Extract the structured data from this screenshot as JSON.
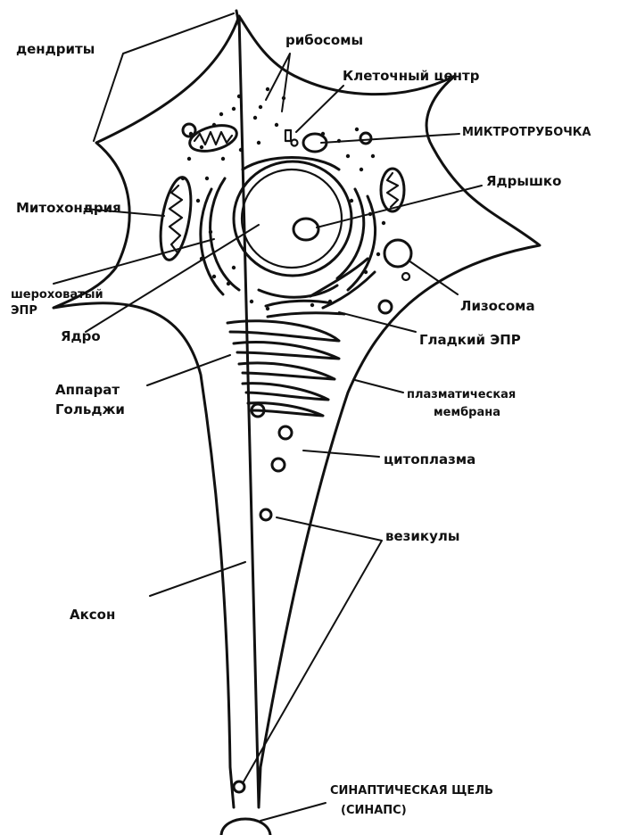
{
  "labels": {
    "dendrites": "дендриты",
    "ribosomes": "рибосомы",
    "cell_center": "Клеточный центр",
    "microtubule": "МИКТРОТРУБОЧКА",
    "mitochondria": "Митохондрия",
    "nucleolus": "Ядрышко",
    "rough_er_line1": "шероховатый",
    "rough_er_line2": "ЭПР",
    "nucleus": "Ядро",
    "lysosome": "Лизосома",
    "smooth_er": "Гладкий ЭПР",
    "golgi_line1": "Аппарат",
    "golgi_line2": "Гольджи",
    "membrane_line1": "плазматическая",
    "membrane_line2": "мембрана",
    "cytoplasm": "цитоплазма",
    "vesicles": "везикулы",
    "axon": "Аксон",
    "synapse_line1": "СИНАПТИЧЕСКАЯ ЩЕЛЬ",
    "synapse_line2": "(СИНАПС)"
  },
  "colors": {
    "ink": "#111111",
    "background": "#ffffff"
  }
}
